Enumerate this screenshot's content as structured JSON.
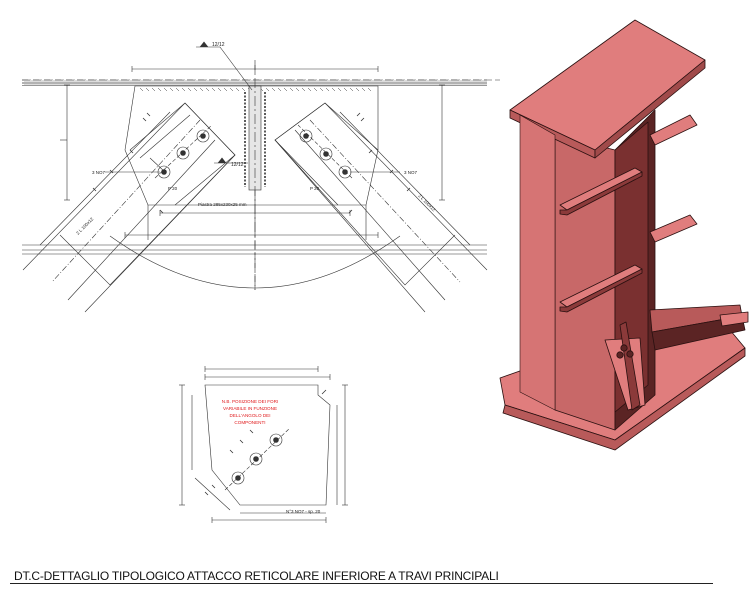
{
  "drawing": {
    "title": "DT.C-DETTAGLIO TIPOLOGICO ATTACCO RETICOLARE INFERIORE A TRAVI PRINCIPALI",
    "weld_callout_top": "12/12",
    "weld_callout_mid": "12/12",
    "plate_label": "Piastra 285x230x25 mm",
    "angle_label_left": "3 NO7",
    "angle_label_right": "3 NO7",
    "member_label_left": "2 L 100x12",
    "member_label_right": "2 L 100x12",
    "thickness_left": "P 20",
    "thickness_right": "P 20",
    "note_red": [
      "N.B. POSIZIONE DEI FORI",
      "VARIABILE IN FUNZIONE",
      "DELL'ANGOLO DEI",
      "COMPONENTI"
    ],
    "detail_plate_label": "N°3 NO7 - sp. 20",
    "colors": {
      "line": "#333333",
      "note": "#e0191b",
      "beam_top": "#e07d7d",
      "beam_side": "#b85a5a",
      "beam_dark": "#5b2424",
      "beam_outline": "#2a1010"
    }
  }
}
